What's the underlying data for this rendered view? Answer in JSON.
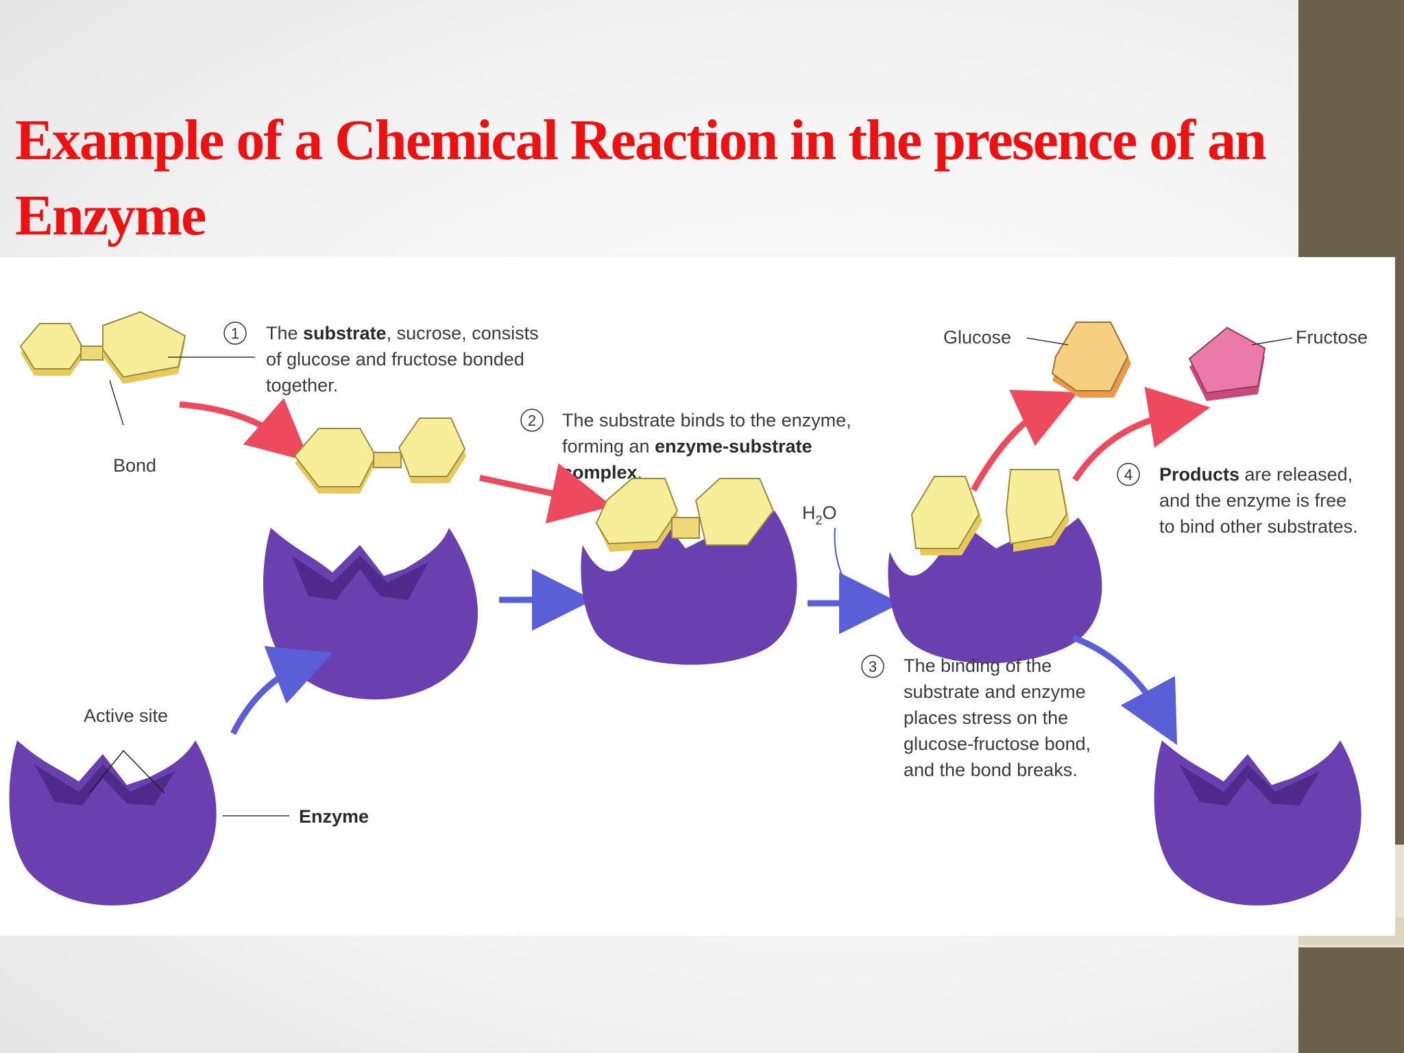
{
  "slide": {
    "title": "Example of a Chemical Reaction in the presence of an Enzyme"
  },
  "colors": {
    "title": "#ee1111",
    "sidebar": "#6b604a",
    "enzyme": "#6a3fb0",
    "substrate": "#f8ee9a",
    "glucose": "#f7cf80",
    "fructose": "#ec7aa8",
    "red_arrow": "#ee4a5e",
    "blue_arrow": "#5a5fd8"
  },
  "steps": [
    {
      "number": "1",
      "lines": [
        [
          {
            "t": "The "
          },
          {
            "t": "substrate",
            "b": true
          },
          {
            "t": ", sucrose, consists"
          }
        ],
        [
          {
            "t": "of glucose and fructose bonded"
          }
        ],
        [
          {
            "t": "together."
          }
        ]
      ]
    },
    {
      "number": "2",
      "lines": [
        [
          {
            "t": "The substrate binds to the enzyme,"
          }
        ],
        [
          {
            "t": "forming an "
          },
          {
            "t": "enzyme-substrate",
            "b": true
          }
        ],
        [
          {
            "t": "complex",
            "b": true
          },
          {
            "t": "."
          }
        ]
      ]
    },
    {
      "number": "3",
      "lines": [
        [
          {
            "t": "The binding of the"
          }
        ],
        [
          {
            "t": "substrate and enzyme"
          }
        ],
        [
          {
            "t": "places stress on the"
          }
        ],
        [
          {
            "t": "glucose-fructose bond,"
          }
        ],
        [
          {
            "t": "and the bond breaks."
          }
        ]
      ]
    },
    {
      "number": "4",
      "lines": [
        [
          {
            "t": "Products",
            "b": true
          },
          {
            "t": " are released,"
          }
        ],
        [
          {
            "t": "and the enzyme is free"
          }
        ],
        [
          {
            "t": "to bind other substrates."
          }
        ]
      ]
    }
  ],
  "labels": {
    "bond": "Bond",
    "active_site": "Active site",
    "enzyme": "Enzyme",
    "glucose": "Glucose",
    "fructose": "Fructose",
    "water_h": "H",
    "water_sub": "2",
    "water_o": "O"
  }
}
